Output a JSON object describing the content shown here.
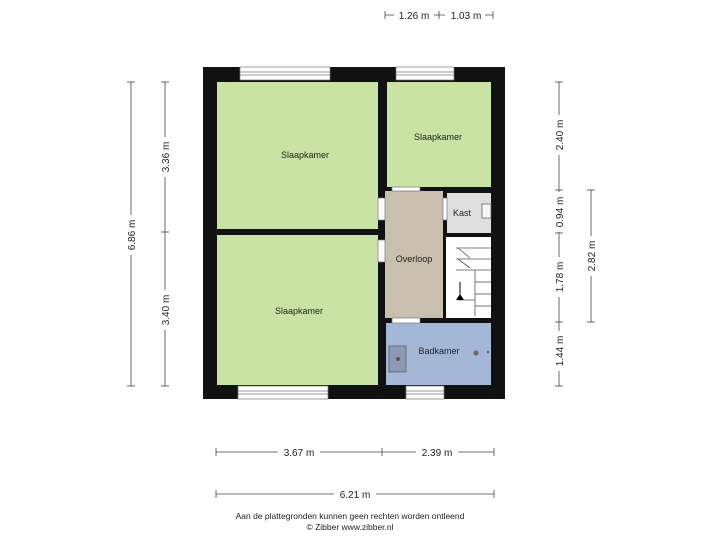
{
  "colors": {
    "wall": "#111111",
    "bedroom": "#c9e3a4",
    "landing": "#c9bfae",
    "bathroom": "#a5b7d6",
    "closet": "#dedede",
    "stairs": "#ffffff"
  },
  "rooms": {
    "bedroom_top_left": "Slaapkamer",
    "bedroom_top_right": "Slaapkamer",
    "bedroom_bottom_left": "Slaapkamer",
    "landing": "Overloop",
    "closet": "Kast",
    "bathroom": "Badkamer"
  },
  "dimensions": {
    "top_a": "1.26 m",
    "top_b": "1.03 m",
    "left_total": "6.86 m",
    "left_upper": "3.36 m",
    "left_lower": "3.40 m",
    "right_1": "2.40 m",
    "right_2": "0.94 m",
    "right_3": "1.78 m",
    "right_4": "1.44 m",
    "right_far": "2.82 m",
    "bottom_left": "3.67 m",
    "bottom_right": "2.39 m",
    "bottom_total": "6.21 m"
  },
  "footer": {
    "line1": "Aan de plattegronden kunnen geen rechten worden ontleend",
    "line2": "© Zibber www.zibber.nl"
  }
}
